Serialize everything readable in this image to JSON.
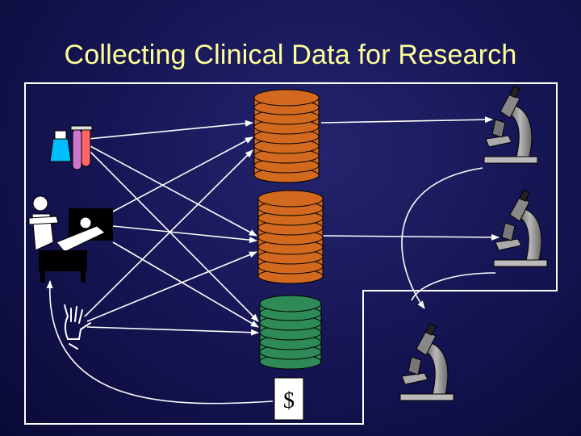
{
  "slide": {
    "title": "Collecting Clinical Data for Research"
  },
  "diagram": {
    "sources": [
      {
        "name": "lab-specimens",
        "icon": "test-tubes-icon"
      },
      {
        "name": "clinician-patient",
        "icon": "clinician-patient-icon"
      },
      {
        "name": "imaging",
        "icon": "hand-xray-icon"
      }
    ],
    "databases": [
      {
        "name": "database-1",
        "color": "#d2691e"
      },
      {
        "name": "database-2",
        "color": "#d2691e"
      },
      {
        "name": "billing-database",
        "color": "#2e8b57",
        "label": "$"
      }
    ],
    "researchers": [
      {
        "name": "microscope-top",
        "icon": "microscope-icon"
      },
      {
        "name": "microscope-middle",
        "icon": "microscope-icon"
      },
      {
        "name": "microscope-bottom",
        "icon": "microscope-icon"
      }
    ]
  },
  "colors": {
    "background": "#141452",
    "title": "#ffff99",
    "lines": "#ffffff",
    "database_orange": "#d2691e",
    "database_green": "#2e8b57"
  }
}
